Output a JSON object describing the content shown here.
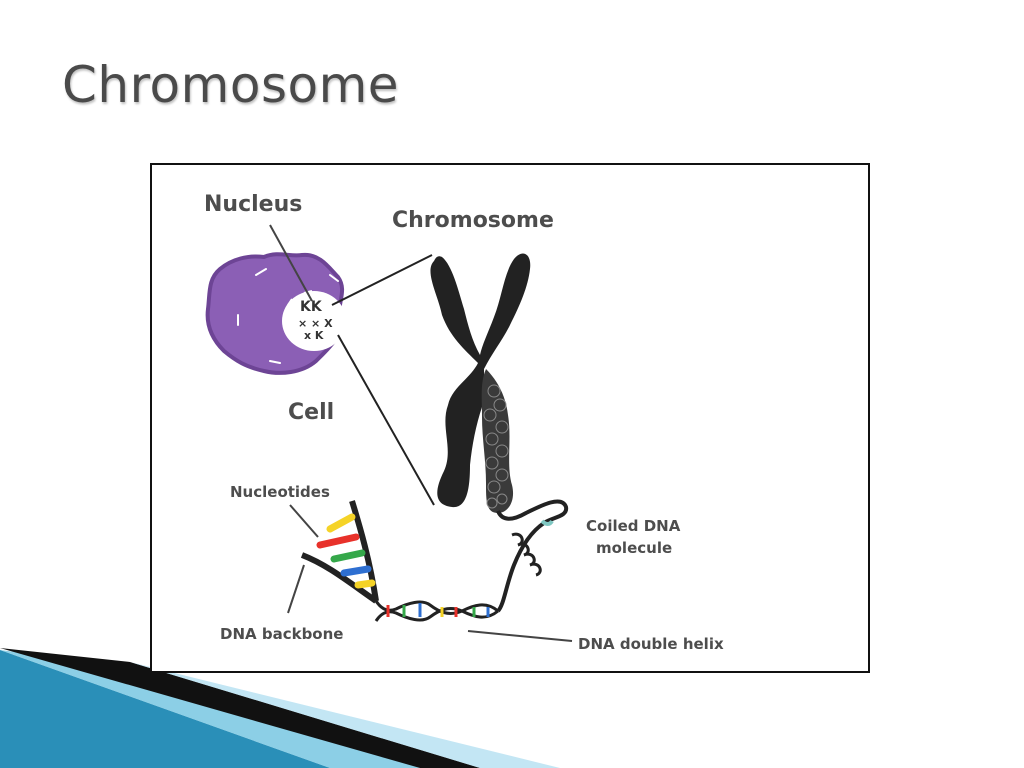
{
  "slide": {
    "title": "Chromosome"
  },
  "diagram": {
    "labels": {
      "nucleus": "Nucleus",
      "chromosome": "Chromosome",
      "cell": "Cell",
      "nucleotides": "Nucleotides",
      "coiled_dna_line1": "Coiled DNA",
      "coiled_dna_line2": "molecule",
      "dna_backbone": "DNA backbone",
      "dna_double_helix": "DNA double helix"
    },
    "colors": {
      "cell": "#8b5fb5",
      "cell_outline": "#6d4495",
      "chromosome": "#222222",
      "nucleotide_yellow": "#f5d327",
      "nucleotide_red": "#e8312a",
      "nucleotide_green": "#35a84a",
      "nucleotide_blue": "#2e6fd1"
    }
  },
  "decoration": {
    "accent": "#2a8fb8"
  }
}
